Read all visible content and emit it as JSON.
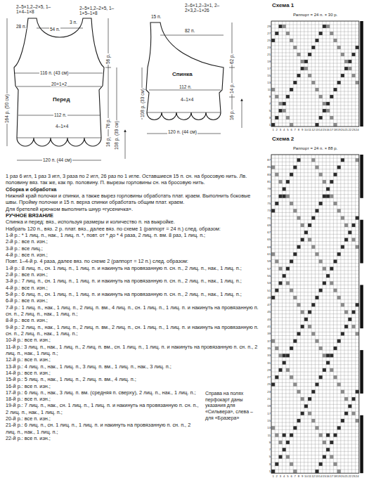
{
  "diagram": {
    "labels": [
      "2–5×1,2–2×5, 1–1×4–1×8",
      "2–5×1,2–2×5, 1–1×5–1×8",
      "3 п.",
      "28 п.",
      "54 п.",
      "56 р.",
      "116 п. (43 см)",
      "20+1×2",
      "Перед",
      "76 р.",
      "108 р. (39 см)",
      "164 р. (50 см)",
      "112 п.",
      "4–1×4",
      "16 р.",
      "120 п. (44 см)",
      "2–6×1,2–3×1, 2–2×3,2–1×26",
      "15 п.",
      "82 п.",
      "62 р.",
      "Спинка",
      "14 р.",
      "112 п.",
      "4–1×4",
      "108 р. (33 см)",
      "16 р.",
      "120 п. (44 см)",
      "1 раз 6 игл, 1 раз 3 игл, 3 раза по 2 игл, 26 раз по 1 игле. Оставшиеся 15 п. сн. на бросовую нить. Лв. половину вяз. так же, как пр. половину. П. вырезы горловины сн. на бросовую нить.",
      "Сборка и обработка",
      "Нижний край полочки и спинки, а также вырез горловины обработать плат. краем. Выполнить боковые швы. Пройму полочки и 15 п. верха спинки обработать общим плат. краем.",
      "Для бретелей крючком выполнить шнур «гусеничка».",
      "РУЧНОЕ ВЯЗАНИЕ",
      "Спинка и перед: вяз., используя размеры и количество п. на выкройке.",
      "Набрать 120 п., вяз. 2 р. плат. вяз., далее вяз. по схеме 1 (раппорт = 24 п.) след. образом:",
      "1-й р.: * 1 лиц. п., нак., 1 лиц. п. *, повт. от * до * 4 раза, 2 лиц. п. вм. 8 раз, 1 лиц. п.;",
      "2-й р.: все п. изн.;",
      "3-й р.: все лиц.;",
      "4-й р.: все п. изн.;",
      "Повт. 1–4-й р. 4 раза, далее вяз. по схеме 2 (раппорт = 12 п.) след. образом:",
      "1-й р.: 8 лиц. п., сн. 1 лиц. п., 1 лиц. п. и накинуть на провязанную п. сн. п., 2 лиц. п., нак., 1 лиц. п.;",
      "2-й р.: все п. изн.;",
      "3-й р.: 7 лиц. п., сн. 1 лиц. п., 1 лиц. п. и накинуть на провязанную п. сн. п., 2 лиц. п., нак., 1 лиц. п.;",
      "4-й р.: все п. изн.;",
      "5-й р.: 6 лиц. п., сн. 1 лиц. п., 1 лиц. п. и накинуть на провязанную п. сн. п., 2 лиц. п., нак., 1 лиц. п.;",
      "6-й р.: все п. изн.;",
      "7-й р.: 1 лиц. п., нак., 1 лиц. п., 2 лиц. п. вм., 4 лиц. п., сн. 1 лиц. п., 1 лиц. п. и накинуть на провязанную п. сн. п., 2 лиц. п., нак., 1 лиц. п.;",
      "8-й р.: все п. изн.;",
      "9-й р.: 2 лиц. п., нак., 1 лиц. п., 2 лиц. п. вм., 2 лиц. п., сн. 1 лиц. п., 1 лиц. п. и накинуть на провязанную п. сн. п., 2 лиц. п., нак., 1 лиц. п.;",
      "10-й р.: все п. изн.;",
      "11-й р.: 3 лиц. п., нак., 1 лиц. п., 2 лиц. п. вм., сн. 1 лиц. п., 1 лиц. п. и накинуть на провязанную п. сн. п., 2 лиц. п., нак., 1 лиц. п.;",
      "12-й р.: все п. изн.;",
      "13-й р.: 4 лиц. п., нак., 1 лиц. п., 3 лиц. п. вм., 1 лиц. п., нак., 3 лиц. п.;",
      "14-й р.: все п. изн.;",
      "15-й р.: 5 лиц. п., нак., 1 лиц. п., 2 лиц. п. вм., 4 лиц. п.;",
      "16-й р.: все п. изн.;",
      "17-й р.: 6 лиц. п., нак., 3 лиц. п. вм. (средняя п. сверху), 2 лиц. п., нак., 1 лиц. п.;",
      "18-й р.: все п. изн.;",
      "19-й р.: 7 лиц. п., нак., сн. 1 лиц. п., 1 лиц. п. и накинуть на провязанную п. сн. п., 2 лиц. п., нак., 1 лиц. п.;",
      "20-й р.: все п. изн.;",
      "21-й р.: 6 лиц. п., сн. 1 лиц. п., 1 лиц. п. и накинуть на провязанную п. сн. п., 2 лиц. п., нак., 1 лиц. п.;",
      "22-й р.: все п. изн.;",
      "Справа на полях перфокарт даны указания для «Сильвера», слева – для «Бразера»",
      "Схема 1",
      "Раппорт = 24 п. × 30 р.",
      "1",
      "2",
      "3",
      "4",
      "5",
      "6",
      "7",
      "8",
      "9",
      "10",
      "11",
      "12",
      "13",
      "14",
      "15",
      "16",
      "17",
      "18",
      "19",
      "20",
      "21",
      "22",
      "23",
      "24",
      "1",
      "3",
      "5",
      "7",
      "9",
      "11",
      "13",
      "15",
      "17",
      "19",
      "21",
      "23",
      "25",
      "27",
      "29",
      "Схема 2",
      "Раппорт = 24 п. × 88 р.",
      "1",
      "2",
      "3",
      "4",
      "5",
      "6",
      "7",
      "8",
      "9",
      "10",
      "11",
      "12",
      "13",
      "14",
      "15",
      "16",
      "17",
      "18",
      "19",
      "20",
      "21",
      "22",
      "23",
      "24",
      "1",
      "3",
      "5",
      "7",
      "9",
      "11",
      "13",
      "15",
      "17",
      "19",
      "21",
      "23",
      "25",
      "27",
      "29",
      "31",
      "33",
      "35",
      "37",
      "39",
      "41",
      "43",
      "45",
      "47",
      "49",
      "51",
      "53",
      "55",
      "57",
      "59",
      "61",
      "63",
      "65",
      "67",
      "69",
      "71",
      "73",
      "75",
      "77",
      "79",
      "81",
      "83",
      "85",
      "87"
    ]
  }
}
